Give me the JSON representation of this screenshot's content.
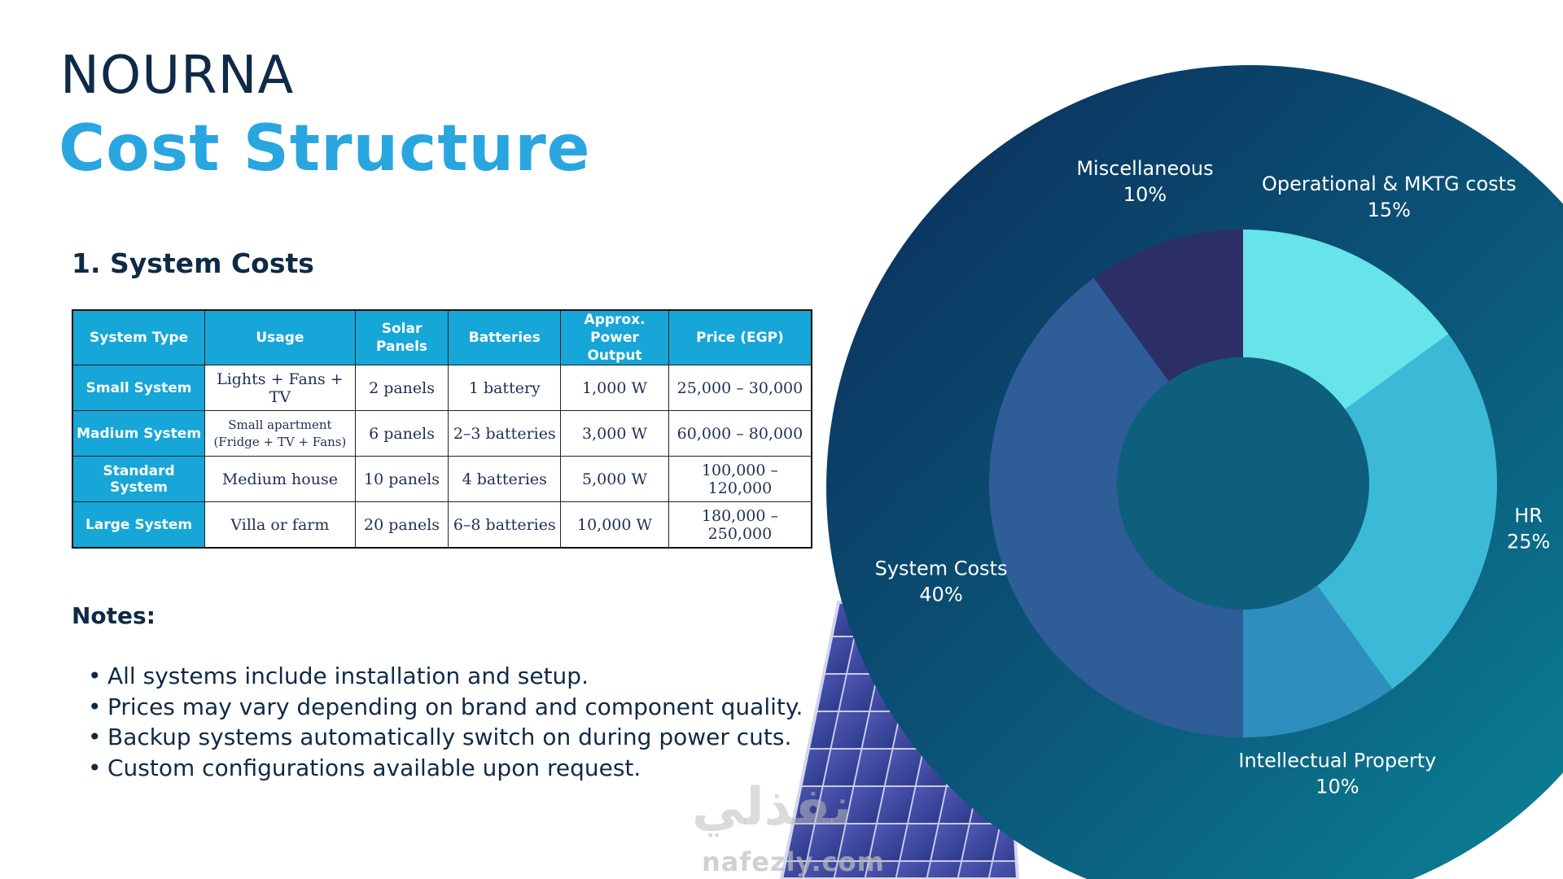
{
  "header": {
    "brand": "NOURNA",
    "title": "Cost Structure"
  },
  "section": {
    "title": "1. System Costs"
  },
  "table": {
    "headers": [
      "System Type",
      "Usage",
      "Solar Panels",
      "Batteries",
      "Approx.\nPower Output",
      "Price (EGP)"
    ],
    "rows": [
      [
        "Small System",
        "Lights + Fans + TV",
        "2 panels",
        "1 battery",
        "1,000 W",
        "25,000 – 30,000"
      ],
      [
        "Madium System",
        "Small apartment\n(Fridge + TV + Fans)",
        "6 panels",
        "2–3 batteries",
        "3,000 W",
        "60,000 – 80,000"
      ],
      [
        "Standard System",
        "Medium house",
        "10 panels",
        "4 batteries",
        "5,000 W",
        "100,000 – 120,000"
      ],
      [
        "Large System",
        "Villa or farm",
        "20 panels",
        "6–8 batteries",
        "10,000 W",
        "180,000 – 250,000"
      ]
    ]
  },
  "notes": {
    "title": "Notes:",
    "items": [
      "All systems include installation and setup.",
      "Prices may vary depending on brand and component quality.",
      "Backup systems automatically switch on during power cuts.",
      "Custom configurations available upon request."
    ]
  },
  "watermark": {
    "arabic": "نفذلي",
    "latin": "nafezly.com"
  },
  "colors": {
    "accent": "#29a6df",
    "navy": "#0f2a47",
    "table_header": "#16a6d8"
  },
  "chart_data": {
    "type": "pie",
    "donut": true,
    "categories": [
      "Operational & MKTG costs",
      "HR",
      "Intellectual Property",
      "System Costs",
      "Miscellaneous"
    ],
    "values": [
      15,
      25,
      10,
      40,
      10
    ],
    "value_labels": [
      "15%",
      "25%",
      "10%",
      "40%",
      "10%"
    ],
    "colors": [
      "#67e3ea",
      "#3db9d8",
      "#2e8fbf",
      "#2e5d98",
      "#2b2f66"
    ],
    "start": "12 o'clock",
    "direction": "clockwise"
  }
}
